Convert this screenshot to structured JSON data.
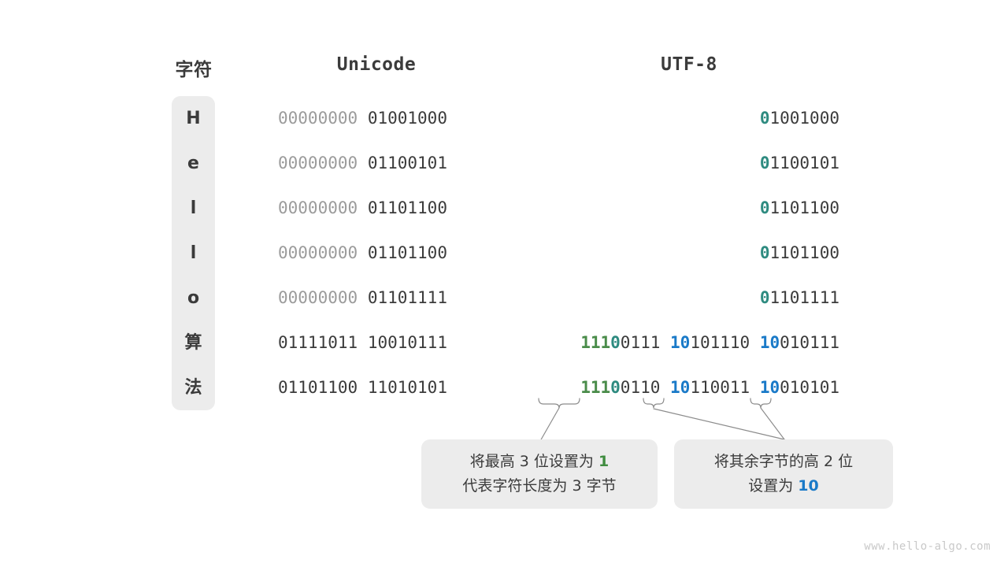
{
  "headers": {
    "character": "字符",
    "unicode": "Unicode",
    "utf8": "UTF-8"
  },
  "colors": {
    "dim": "#9b9b9b",
    "dark": "#3b3b3b",
    "teal": "#2e8b80",
    "green": "#4a8c4a",
    "blue": "#1a7ac8",
    "box_bg": "#ececec",
    "watermark": "#c9c9c9"
  },
  "rows": [
    {
      "char": "H",
      "unicode_high": "00000000",
      "unicode_low": "01001000",
      "unicode_high_dim": true,
      "utf8_lead_marker": "0",
      "utf8_lead_rest": "1001000",
      "utf8_bytes": []
    },
    {
      "char": "e",
      "unicode_high": "00000000",
      "unicode_low": "01100101",
      "unicode_high_dim": true,
      "utf8_lead_marker": "0",
      "utf8_lead_rest": "1100101",
      "utf8_bytes": []
    },
    {
      "char": "l",
      "unicode_high": "00000000",
      "unicode_low": "01101100",
      "unicode_high_dim": true,
      "utf8_lead_marker": "0",
      "utf8_lead_rest": "1101100",
      "utf8_bytes": []
    },
    {
      "char": "l",
      "unicode_high": "00000000",
      "unicode_low": "01101100",
      "unicode_high_dim": true,
      "utf8_lead_marker": "0",
      "utf8_lead_rest": "1101100",
      "utf8_bytes": []
    },
    {
      "char": "o",
      "unicode_high": "00000000",
      "unicode_low": "01101111",
      "unicode_high_dim": true,
      "utf8_lead_marker": "0",
      "utf8_lead_rest": "1101111",
      "utf8_bytes": []
    },
    {
      "char": "算",
      "unicode_high": "01111011",
      "unicode_low": "10010111",
      "unicode_high_dim": false,
      "utf8_ones": "111",
      "utf8_zero": "0",
      "utf8_lead_rest": "0111",
      "utf8_bytes": [
        {
          "prefix": "10",
          "rest": "101110"
        },
        {
          "prefix": "10",
          "rest": "010111"
        }
      ]
    },
    {
      "char": "法",
      "unicode_high": "01101100",
      "unicode_low": "11010101",
      "unicode_high_dim": false,
      "utf8_ones": "111",
      "utf8_zero": "0",
      "utf8_lead_rest": "0110",
      "utf8_bytes": [
        {
          "prefix": "10",
          "rest": "110011"
        },
        {
          "prefix": "10",
          "rest": "010101"
        }
      ]
    }
  ],
  "callouts": [
    {
      "line1_pre": "将最高 3 位设置为 ",
      "line1_em": "1",
      "line1_post": "",
      "line2_pre": "代表字符长度为 3 字节",
      "line2_em": "",
      "line2_post": ""
    },
    {
      "line1_pre": "将其余字节的高 2 位",
      "line1_em": "",
      "line1_post": "",
      "line2_pre": "设置为 ",
      "line2_em": "10",
      "line2_post": ""
    }
  ],
  "watermark": "www.hello-algo.com"
}
